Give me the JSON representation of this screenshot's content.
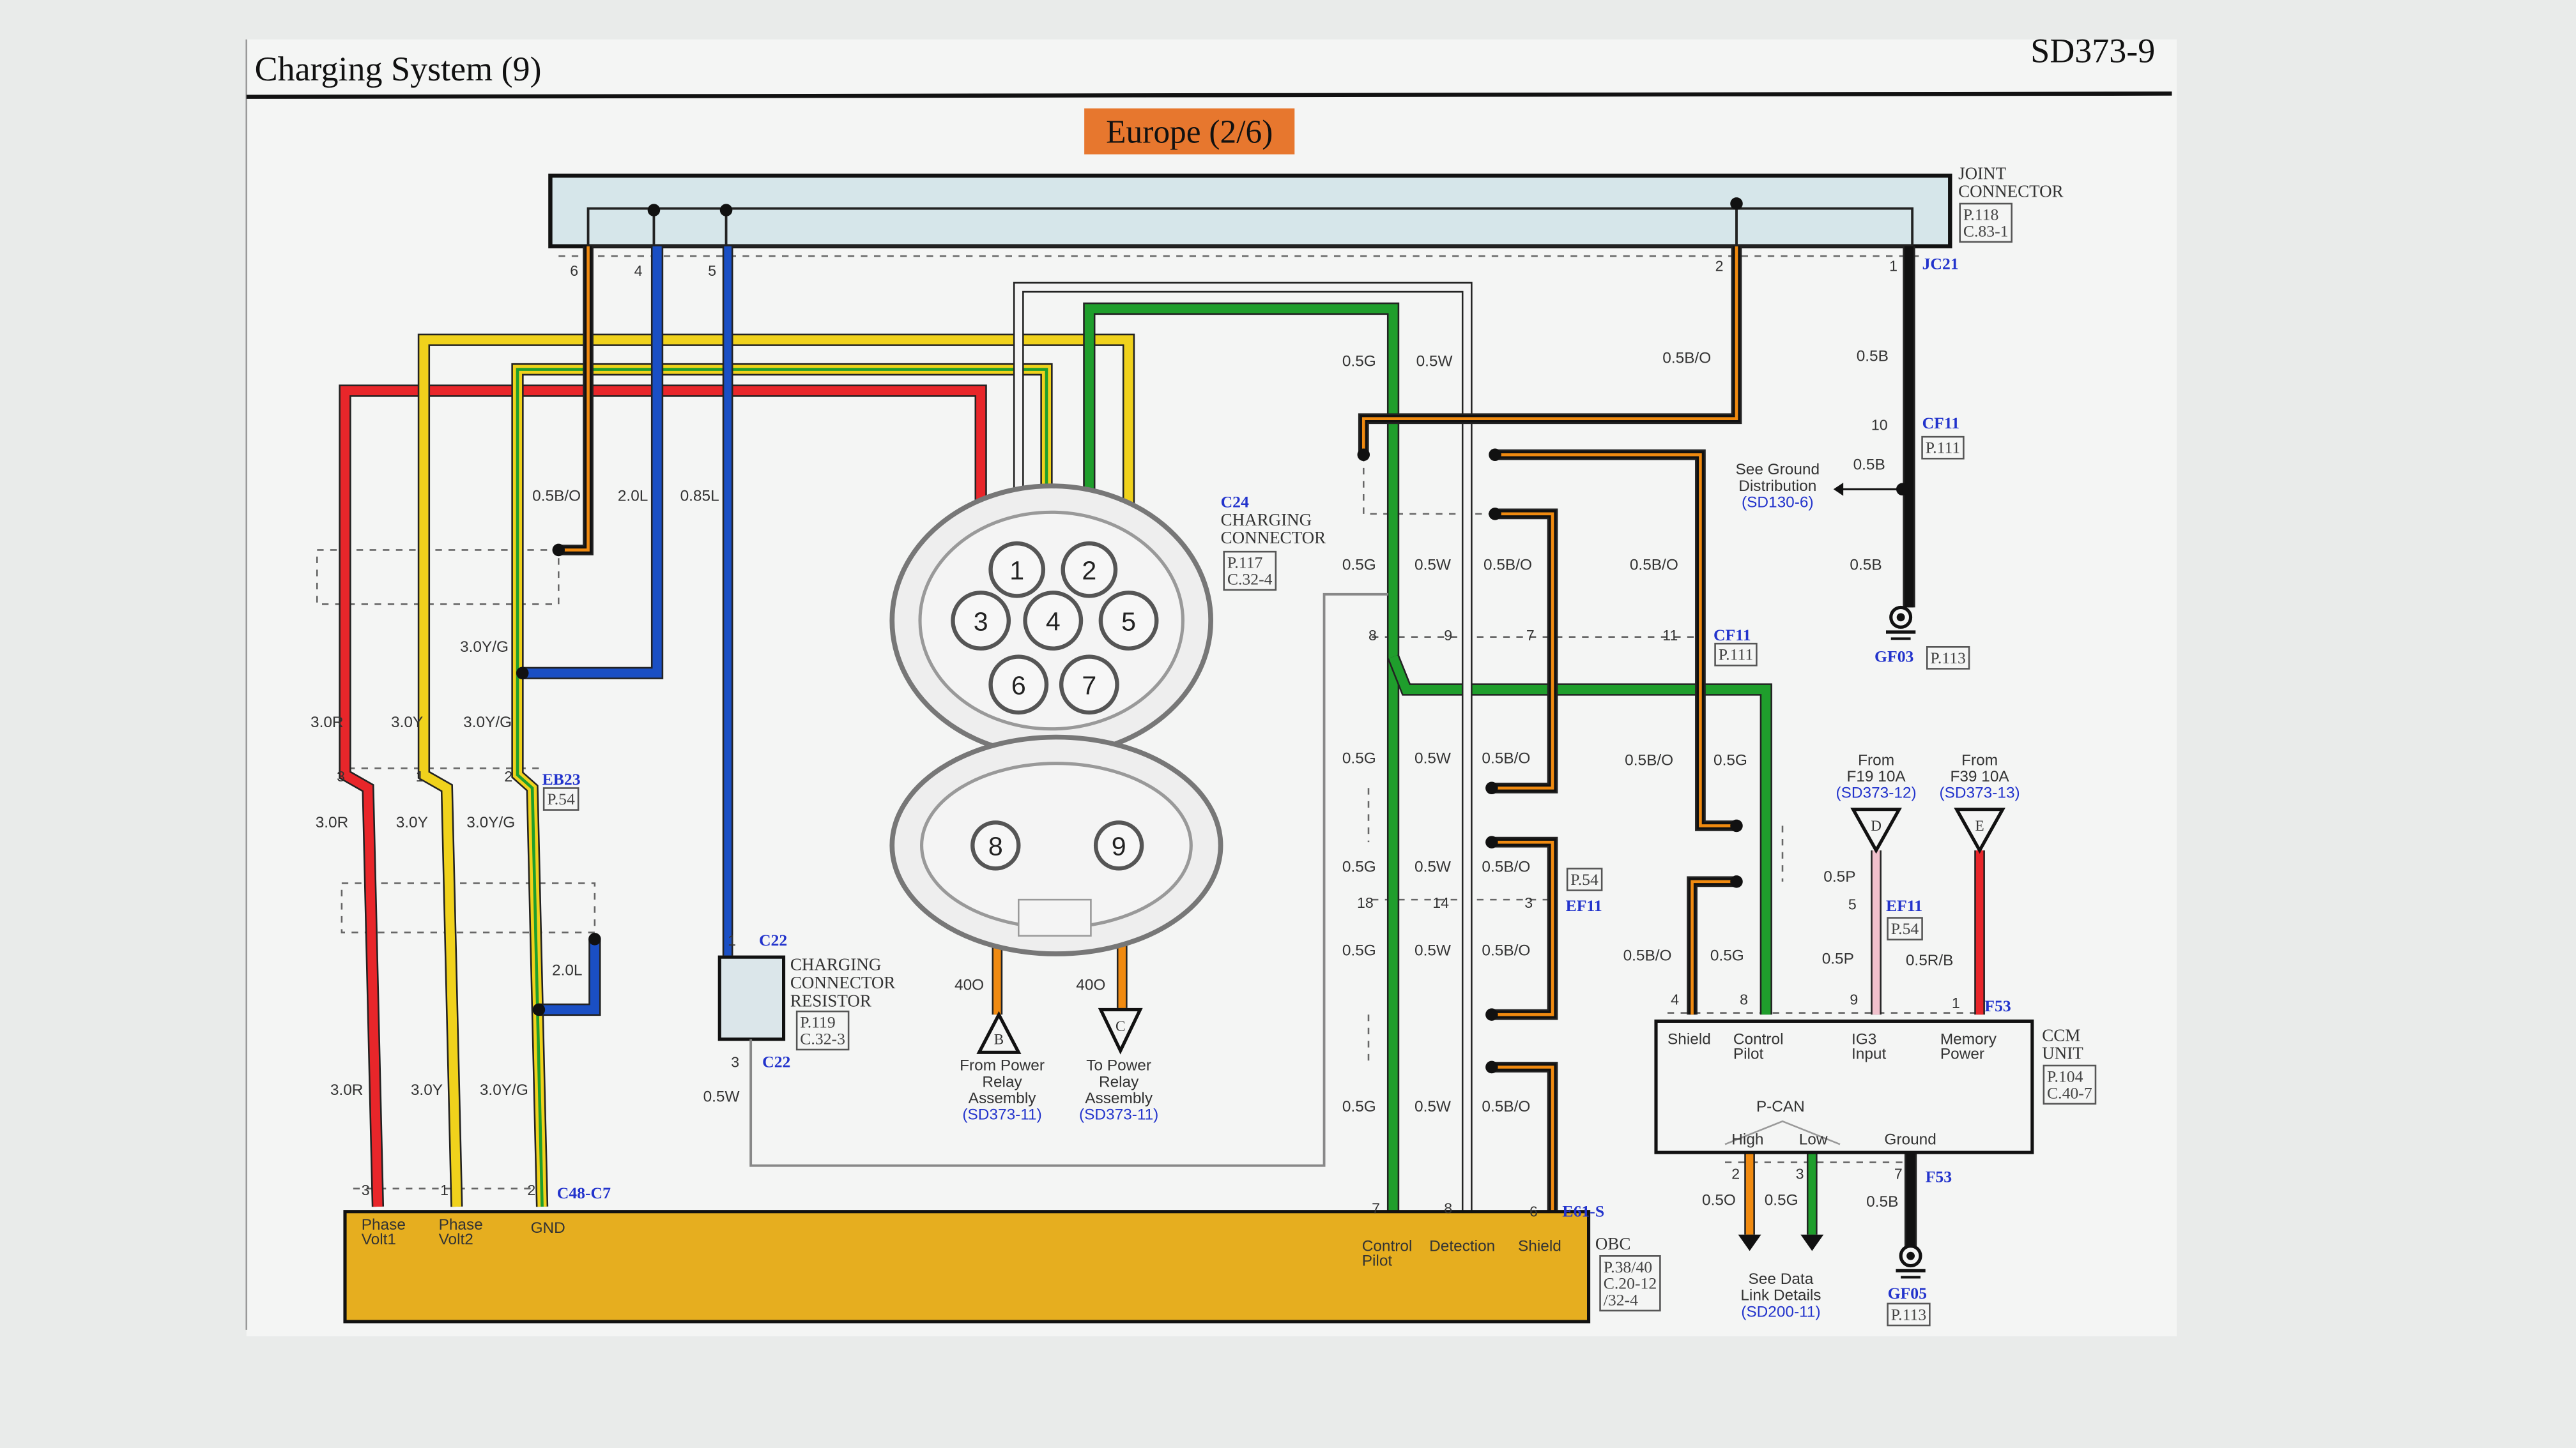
{
  "header": {
    "title": "Charging System (9)",
    "page_code": "SD373-9",
    "region_badge": "Europe (2/6)"
  },
  "colors": {
    "badge": "#e7772e",
    "obc_fill": "#e6ae1f",
    "joint_fill": "#d6e6ea",
    "red": "#e8262a",
    "yellow": "#f0d21c",
    "green": "#1f9e2c",
    "blue": "#1a4fc4",
    "black": "#111111",
    "orange": "#f08a10",
    "pink": "#f0c0cc",
    "white_wire": "#f4f4f4",
    "link_blue": "#2233cc"
  },
  "charging_connector": {
    "pins": [
      "1",
      "2",
      "3",
      "4",
      "5",
      "6",
      "7",
      "8",
      "9"
    ]
  },
  "triangles": [
    "B",
    "C",
    "D",
    "E"
  ],
  "labels": {
    "wire_specs": [
      "0.5B/O",
      "2.0L",
      "0.85L",
      "3.0Y/G",
      "3.0R",
      "3.0Y",
      "3.0Y/G",
      "3.0R",
      "3.0Y",
      "3.0Y/G",
      "2.0L",
      "3.0R",
      "3.0Y",
      "3.0Y/G",
      "0.5W",
      "40O",
      "40O",
      "0.5G",
      "0.5W",
      "0.5B/O",
      "0.5B",
      "0.5B",
      "0.5B",
      "0.5G",
      "0.5W",
      "0.5B/O",
      "0.5B/O",
      "0.5G",
      "0.5W",
      "0.5B/O",
      "0.5B/O",
      "0.5G",
      "0.5G",
      "0.5W",
      "0.5B/O",
      "0.5G",
      "0.5W",
      "0.5B/O",
      "0.5B/O",
      "0.5G",
      "0.5P",
      "0.5P",
      "0.5R/B",
      "0.5G",
      "0.5W",
      "0.5B/O",
      "0.5O",
      "0.5G",
      "0.5B"
    ],
    "pins": [
      "6",
      "4",
      "5",
      "2",
      "1",
      "10",
      "8",
      "9",
      "7",
      "11",
      "3",
      "1",
      "2",
      "18",
      "14",
      "3",
      "5",
      "1",
      "3",
      "3",
      "1",
      "2",
      "7",
      "8",
      "6",
      "4",
      "8",
      "9",
      "1",
      "2",
      "3",
      "7"
    ],
    "connector_ids": [
      "JC21",
      "CF11",
      "CF11",
      "GF03",
      "EB23",
      "C22",
      "C22",
      "C48-C7",
      "EF11",
      "EF11",
      "F53",
      "F53",
      "E61-S",
      "GF05",
      "C24"
    ],
    "refs": [
      [
        "P.118",
        "C.83-1"
      ],
      [
        "P.111"
      ],
      [
        "P.111"
      ],
      [
        "P.113"
      ],
      [
        "P.54"
      ],
      [
        "P.117",
        "C.32-4"
      ],
      [
        "P.119",
        "C.32-3"
      ],
      [
        "P.54"
      ],
      [
        "P.54"
      ],
      [
        "P.104",
        "C.40-7"
      ],
      [
        "P.38/40",
        "C.20-12",
        "/32-4"
      ],
      [
        "P.113"
      ]
    ],
    "components": [
      [
        "JOINT",
        "CONNECTOR"
      ],
      [
        "CHARGING",
        "CONNECTOR"
      ],
      [
        "CHARGING",
        "CONNECTOR",
        "RESISTOR"
      ],
      [
        "CCM",
        "UNIT"
      ],
      [
        "OBC"
      ]
    ],
    "device_pins": [
      [
        "Phase",
        "Volt1"
      ],
      [
        "Phase",
        "Volt2"
      ],
      [
        "GND"
      ],
      [
        "Control",
        "Pilot"
      ],
      [
        "Detection"
      ],
      [
        "Shield"
      ],
      [
        "Shield"
      ],
      [
        "Control",
        "Pilot"
      ],
      [
        "IG3",
        "Input"
      ],
      [
        "Memory",
        "Power"
      ],
      [
        "P-CAN"
      ],
      [
        "High"
      ],
      [
        "Low"
      ],
      [
        "Ground"
      ]
    ],
    "notes": [
      [
        "See Ground",
        "Distribution",
        "(SD130-6)"
      ],
      [
        "From",
        "F19 10A",
        "(SD373-12)"
      ],
      [
        "From",
        "F39 10A",
        "(SD373-13)"
      ],
      [
        "From Power",
        "Relay",
        "Assembly",
        "(SD373-11)"
      ],
      [
        "To Power",
        "Relay",
        "Assembly",
        "(SD373-11)"
      ],
      [
        "See Data",
        "Link Details",
        "(SD200-11)"
      ]
    ]
  }
}
